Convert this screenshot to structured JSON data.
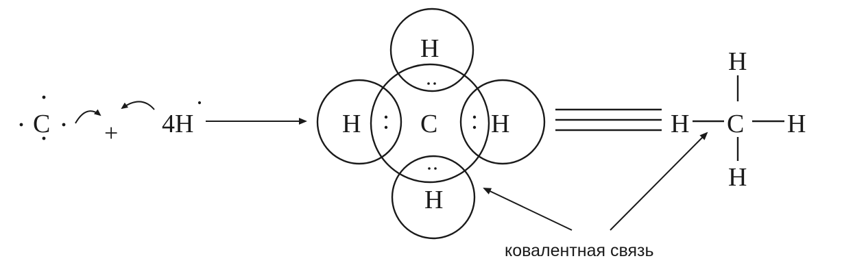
{
  "reactants": {
    "carbon": "C",
    "plus": "+",
    "hydrogen": "4H"
  },
  "lewis": {
    "center": "C",
    "top": "H",
    "bottom": "H",
    "left": "H",
    "right": "H"
  },
  "structural": {
    "center": "C",
    "top": "H",
    "bottom": "H",
    "left": "H",
    "right": "H"
  },
  "caption": "ковалентная связь"
}
